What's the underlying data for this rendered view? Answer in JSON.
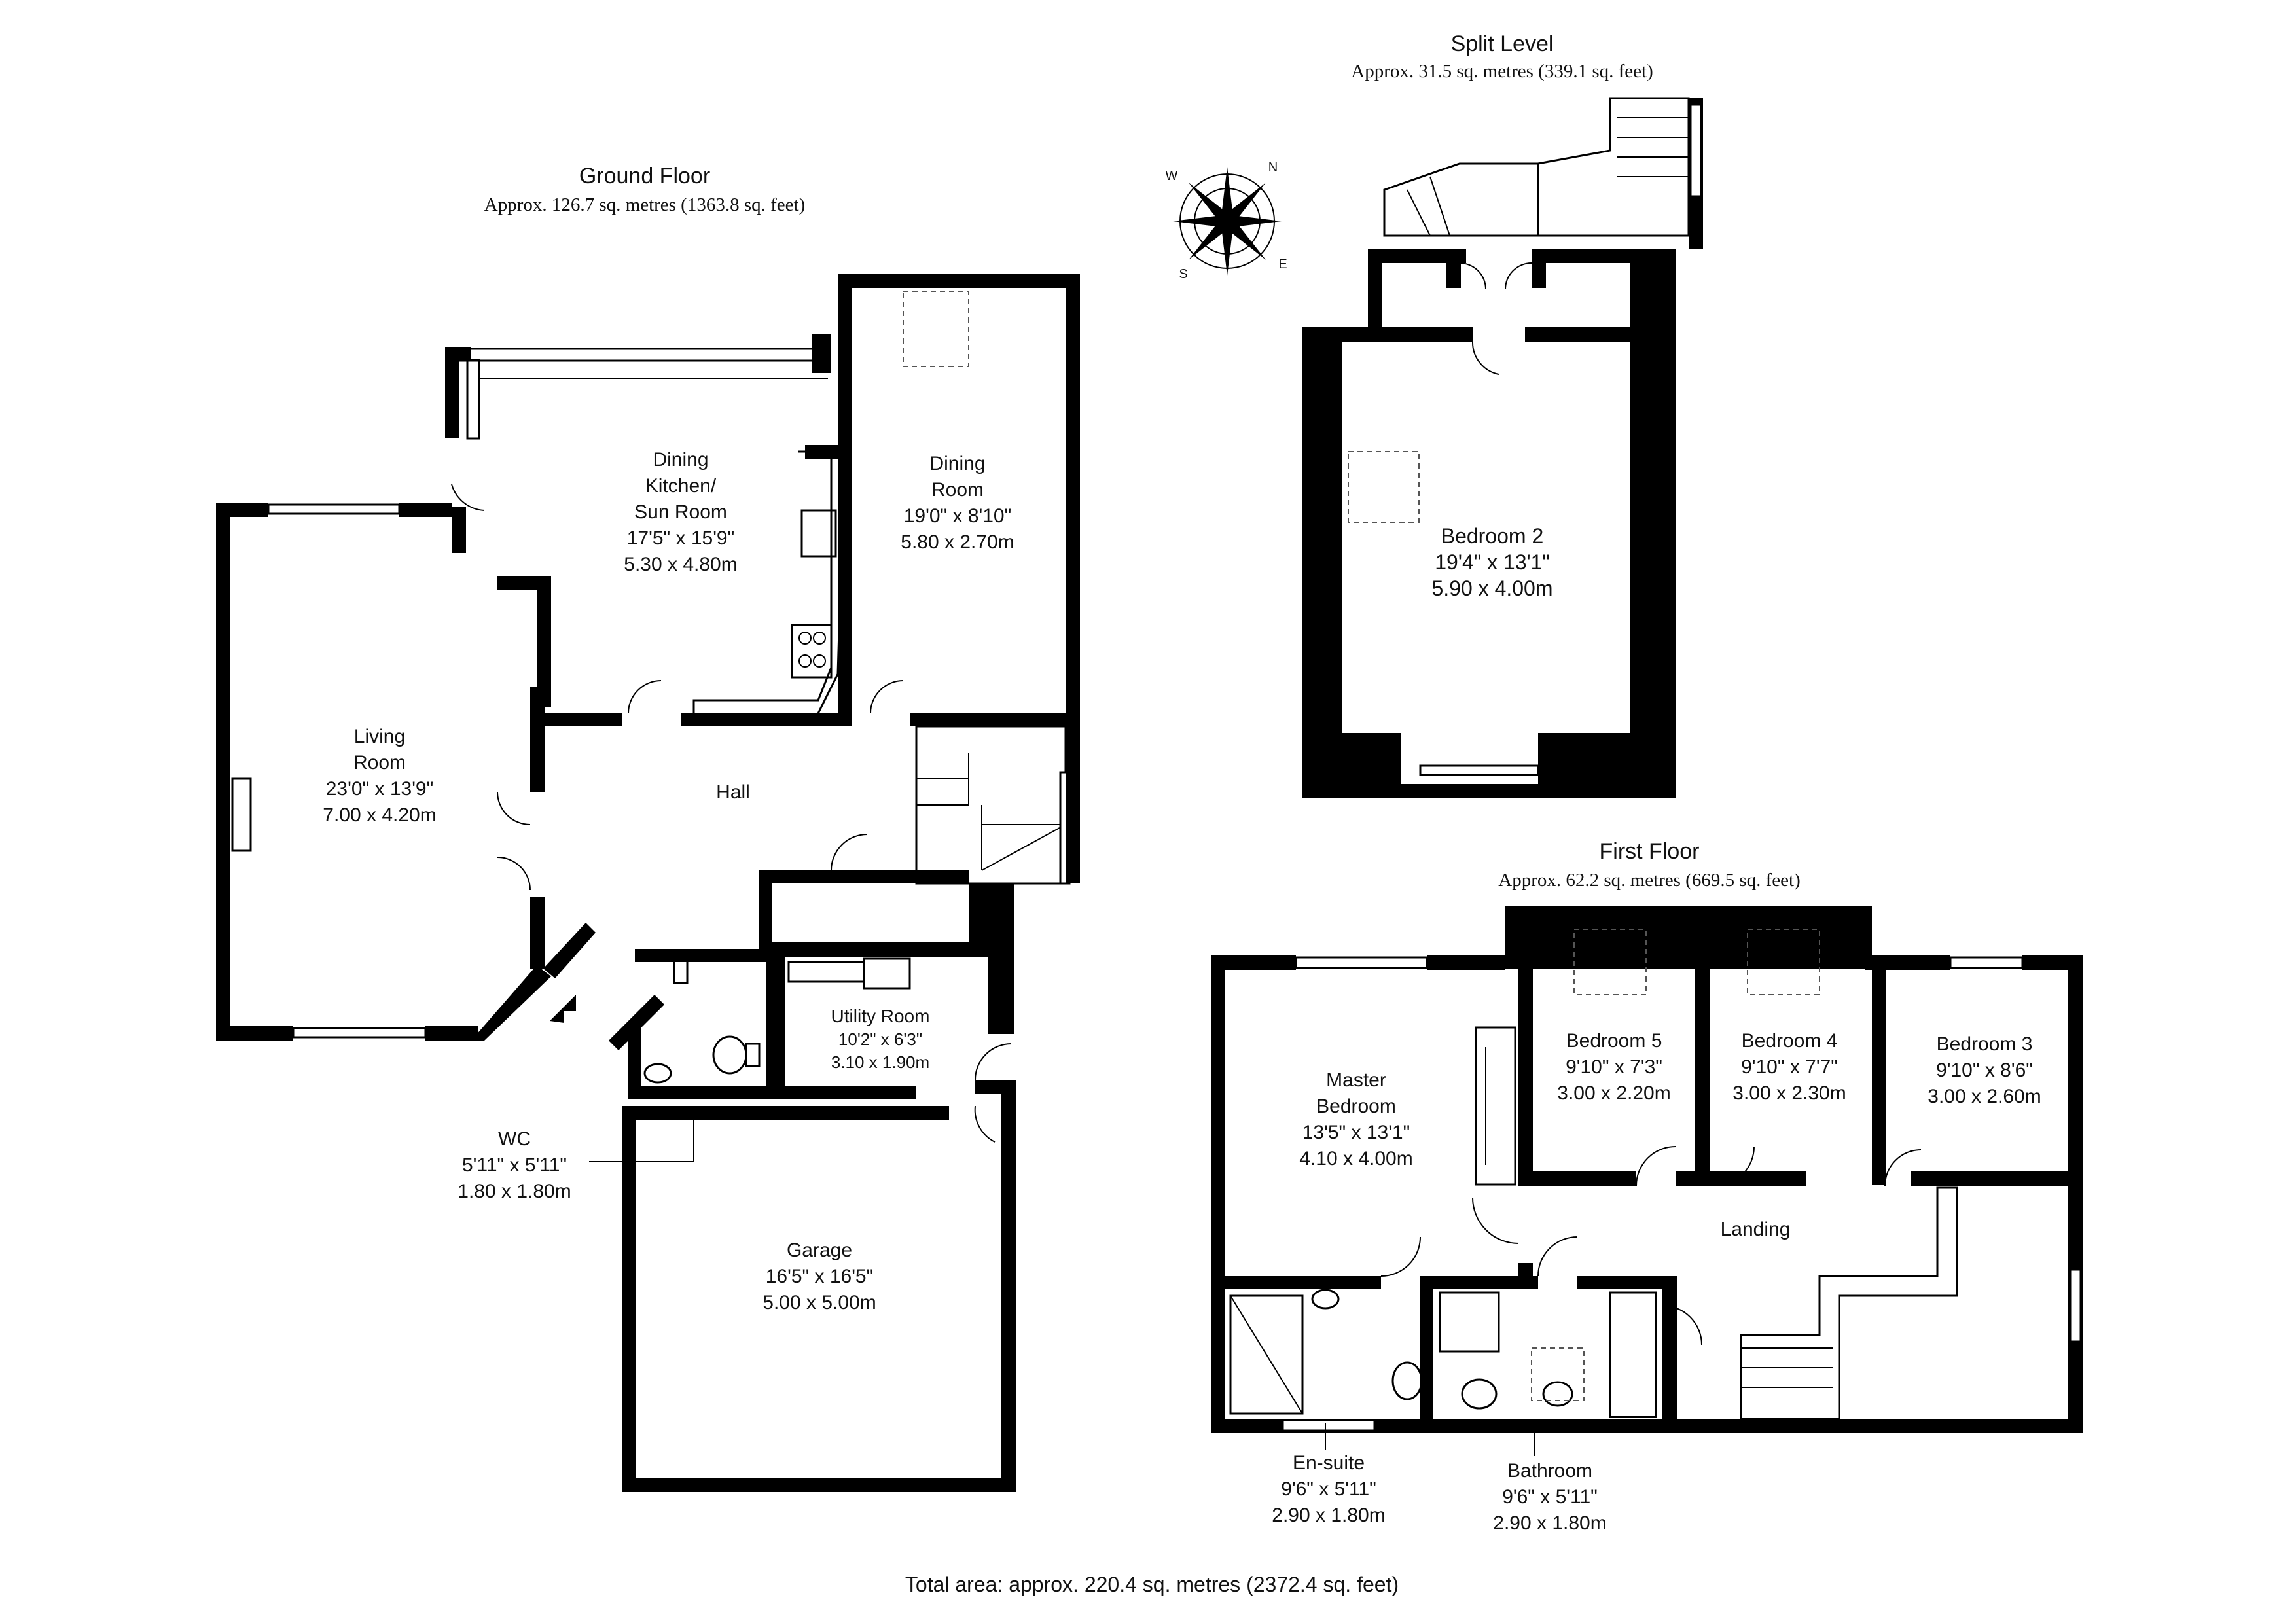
{
  "ground_floor": {
    "title": "Ground Floor",
    "area": "Approx. 126.7 sq. metres (1363.8 sq. feet)",
    "rooms": {
      "living": {
        "name1": "Living",
        "name2": "Room",
        "imperial": "23'0\" x 13'9\"",
        "metric": "7.00 x 4.20m"
      },
      "dining_kitchen": {
        "name1": "Dining",
        "name2": "Kitchen/",
        "name3": "Sun Room",
        "imperial": "17'5\" x 15'9\"",
        "metric": "5.30 x 4.80m"
      },
      "dining_room": {
        "name1": "Dining",
        "name2": "Room",
        "imperial": "19'0\" x 8'10\"",
        "metric": "5.80 x 2.70m"
      },
      "hall": {
        "name": "Hall"
      },
      "utility": {
        "name": "Utility Room",
        "imperial": "10'2\" x 6'3\"",
        "metric": "3.10 x 1.90m"
      },
      "wc": {
        "name": "WC",
        "imperial": "5'11\" x 5'11\"",
        "metric": "1.80 x 1.80m"
      },
      "garage": {
        "name": "Garage",
        "imperial": "16'5\" x 16'5\"",
        "metric": "5.00 x 5.00m"
      }
    }
  },
  "split_level": {
    "title": "Split Level",
    "area": "Approx. 31.5 sq. metres (339.1 sq. feet)",
    "rooms": {
      "bedroom2": {
        "name": "Bedroom 2",
        "imperial": "19'4\" x 13'1\"",
        "metric": "5.90 x 4.00m"
      }
    }
  },
  "first_floor": {
    "title": "First Floor",
    "area": "Approx. 62.2 sq. metres (669.5 sq. feet)",
    "rooms": {
      "master": {
        "name1": "Master",
        "name2": "Bedroom",
        "imperial": "13'5\" x 13'1\"",
        "metric": "4.10 x 4.00m"
      },
      "bedroom5": {
        "name": "Bedroom 5",
        "imperial": "9'10\" x 7'3\"",
        "metric": "3.00 x 2.20m"
      },
      "bedroom4": {
        "name": "Bedroom 4",
        "imperial": "9'10\" x 7'7\"",
        "metric": "3.00 x 2.30m"
      },
      "bedroom3": {
        "name": "Bedroom 3",
        "imperial": "9'10\" x 8'6\"",
        "metric": "3.00 x 2.60m"
      },
      "landing": {
        "name": "Landing"
      },
      "ensuite": {
        "name": "En-suite",
        "imperial": "9'6\" x 5'11\"",
        "metric": "2.90 x 1.80m"
      },
      "bathroom": {
        "name": "Bathroom",
        "imperial": "9'6\" x 5'11\"",
        "metric": "2.90 x 1.80m"
      }
    }
  },
  "compass": {
    "icon": "compass-rose-icon",
    "letters": [
      "N",
      "S",
      "E",
      "W"
    ]
  },
  "total_area": "Total area: approx. 220.4 sq. metres (2372.4 sq. feet)"
}
